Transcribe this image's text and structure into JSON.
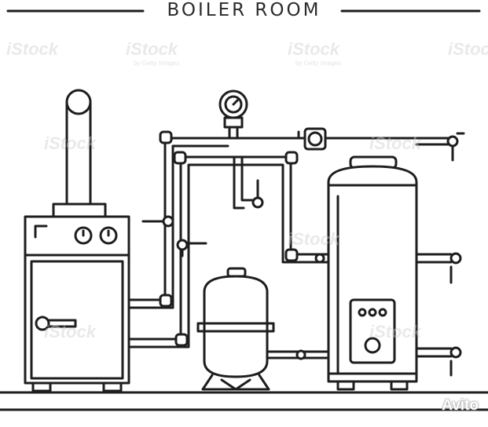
{
  "title": "BOILER ROOM",
  "watermark": {
    "brand": "iStock",
    "credit": "by Getty Images"
  },
  "badge": {
    "brand": "Avito"
  },
  "colors": {
    "line": "#1e1e1e",
    "background": "#ffffff",
    "watermark": "#d0d0d0"
  },
  "components": [
    {
      "name": "boiler",
      "gauges": 2
    },
    {
      "name": "expansion-tank"
    },
    {
      "name": "water-heater",
      "buttons": 3
    },
    {
      "name": "pressure-gauge"
    },
    {
      "name": "shutoff-valves",
      "count": 8
    }
  ]
}
